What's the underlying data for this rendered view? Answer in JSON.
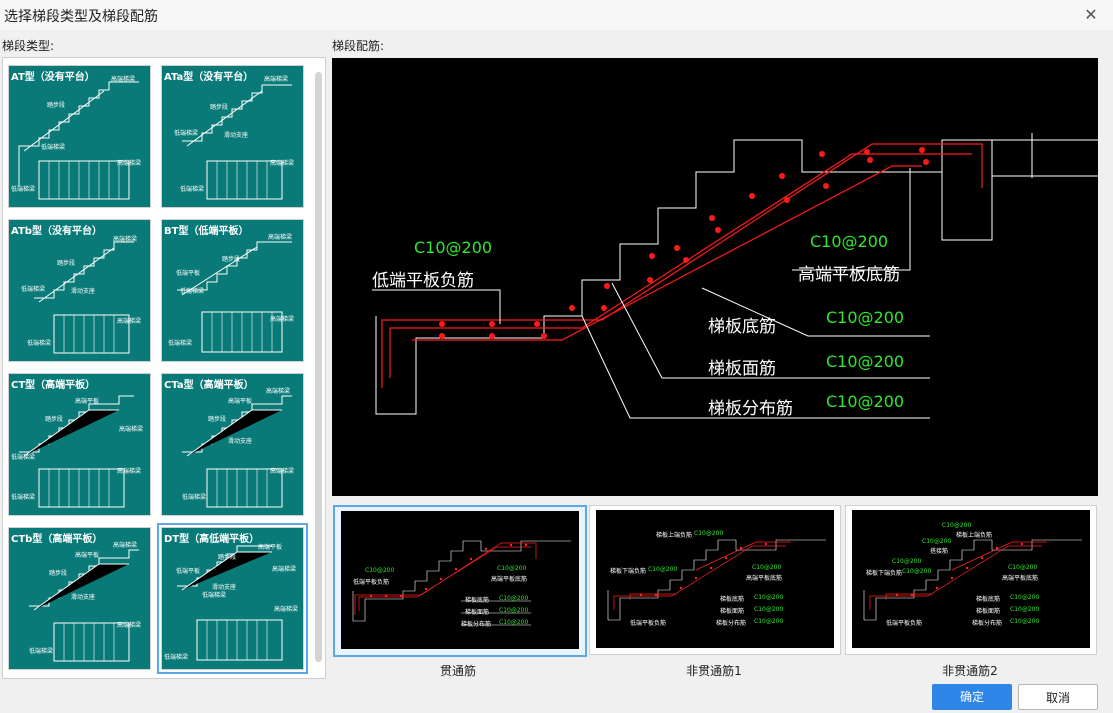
{
  "window": {
    "title": "选择梯段类型及梯段配筋"
  },
  "left": {
    "label": "梯段类型:"
  },
  "right": {
    "label": "梯段配筋:"
  },
  "types": [
    {
      "name": "AT型（没有平台）",
      "labels": [
        "高端梯梁",
        "踏步段",
        "低端梯梁",
        "高端梯梁",
        "低端梯梁"
      ]
    },
    {
      "name": "ATa型（没有平台）",
      "labels": [
        "高端梯梁",
        "踏步段",
        "低端梯梁",
        "滑动支座",
        "高端梯梁",
        "低端梯梁"
      ]
    },
    {
      "name": "ATb型（没有平台）",
      "labels": [
        "高端梯梁",
        "踏步段",
        "低端梯梁",
        "滑动支座",
        "高端梯梁",
        "低端梯梁"
      ]
    },
    {
      "name": "BT型（低端平板）",
      "labels": [
        "高端梯梁",
        "踏步段",
        "低端平板",
        "低端梯梁",
        "高端梯梁",
        "低端梯梁"
      ]
    },
    {
      "name": "CT型（高端平板）",
      "labels": [
        "高端平板",
        "踏步段",
        "高端梯梁",
        "高端梯梁",
        "低端梯梁",
        "低端梯梁"
      ]
    },
    {
      "name": "CTa型（高端平板）",
      "labels": [
        "高端梯梁",
        "高端平板",
        "踏步段",
        "滑动支座",
        "高端梯梁",
        "低端梯梁"
      ]
    },
    {
      "name": "CTb型（高端平板）",
      "labels": [
        "高端梯梁",
        "高端平板",
        "踏步段",
        "滑动支座",
        "高端梯梁",
        "低端梯梁"
      ]
    },
    {
      "name": "DT型（高低端平板）",
      "labels": [
        "高端平板",
        "踏步段",
        "低端平板",
        "高端梯梁",
        "滑动支座",
        "低端梯梁",
        "高端梯梁",
        "低端梯梁"
      ]
    }
  ],
  "preview": {
    "spec_low": "C10@200",
    "low_bar": "低端平板负筋",
    "spec_high": "C10@200",
    "high_bar": "高端平板底筋",
    "bottom_bar": "梯板底筋",
    "bottom_spec": "C10@200",
    "top_bar": "梯板面筋",
    "top_spec": "C10@200",
    "dist_bar": "梯板分布筋",
    "dist_spec": "C10@200"
  },
  "options": [
    {
      "caption": "贯通筋",
      "labels": [
        "C10@200",
        "低端平板负筋",
        "C10@200",
        "高端平板底筋",
        "梯板底筋",
        "C10@200",
        "梯板面筋",
        "C10@200",
        "梯板分布筋",
        "C10@200"
      ]
    },
    {
      "caption": "非贯通筋1",
      "labels": [
        "梯板上端负筋",
        "C10@200",
        "梯板下端负筋",
        "C10@200",
        "C10@200",
        "高端平板底筋",
        "梯板底筋",
        "C10@200",
        "梯板面筋",
        "C10@200",
        "低端平板负筋",
        "梯板分布筋",
        "C10@200"
      ]
    },
    {
      "caption": "非贯通筋2",
      "labels": [
        "C10@200",
        "梯板上端负筋",
        "C10@200",
        "搭接筋",
        "C10@200",
        "梯板下端负筋",
        "C10@200",
        "C10@200",
        "高端平板底筋",
        "梯板底筋",
        "C10@200",
        "梯板面筋",
        "C10@200",
        "低端平板负筋",
        "梯板分布筋",
        "C10@200"
      ]
    }
  ],
  "buttons": {
    "ok": "确定",
    "cancel": "取消"
  },
  "icons": {
    "close": "close-icon"
  }
}
